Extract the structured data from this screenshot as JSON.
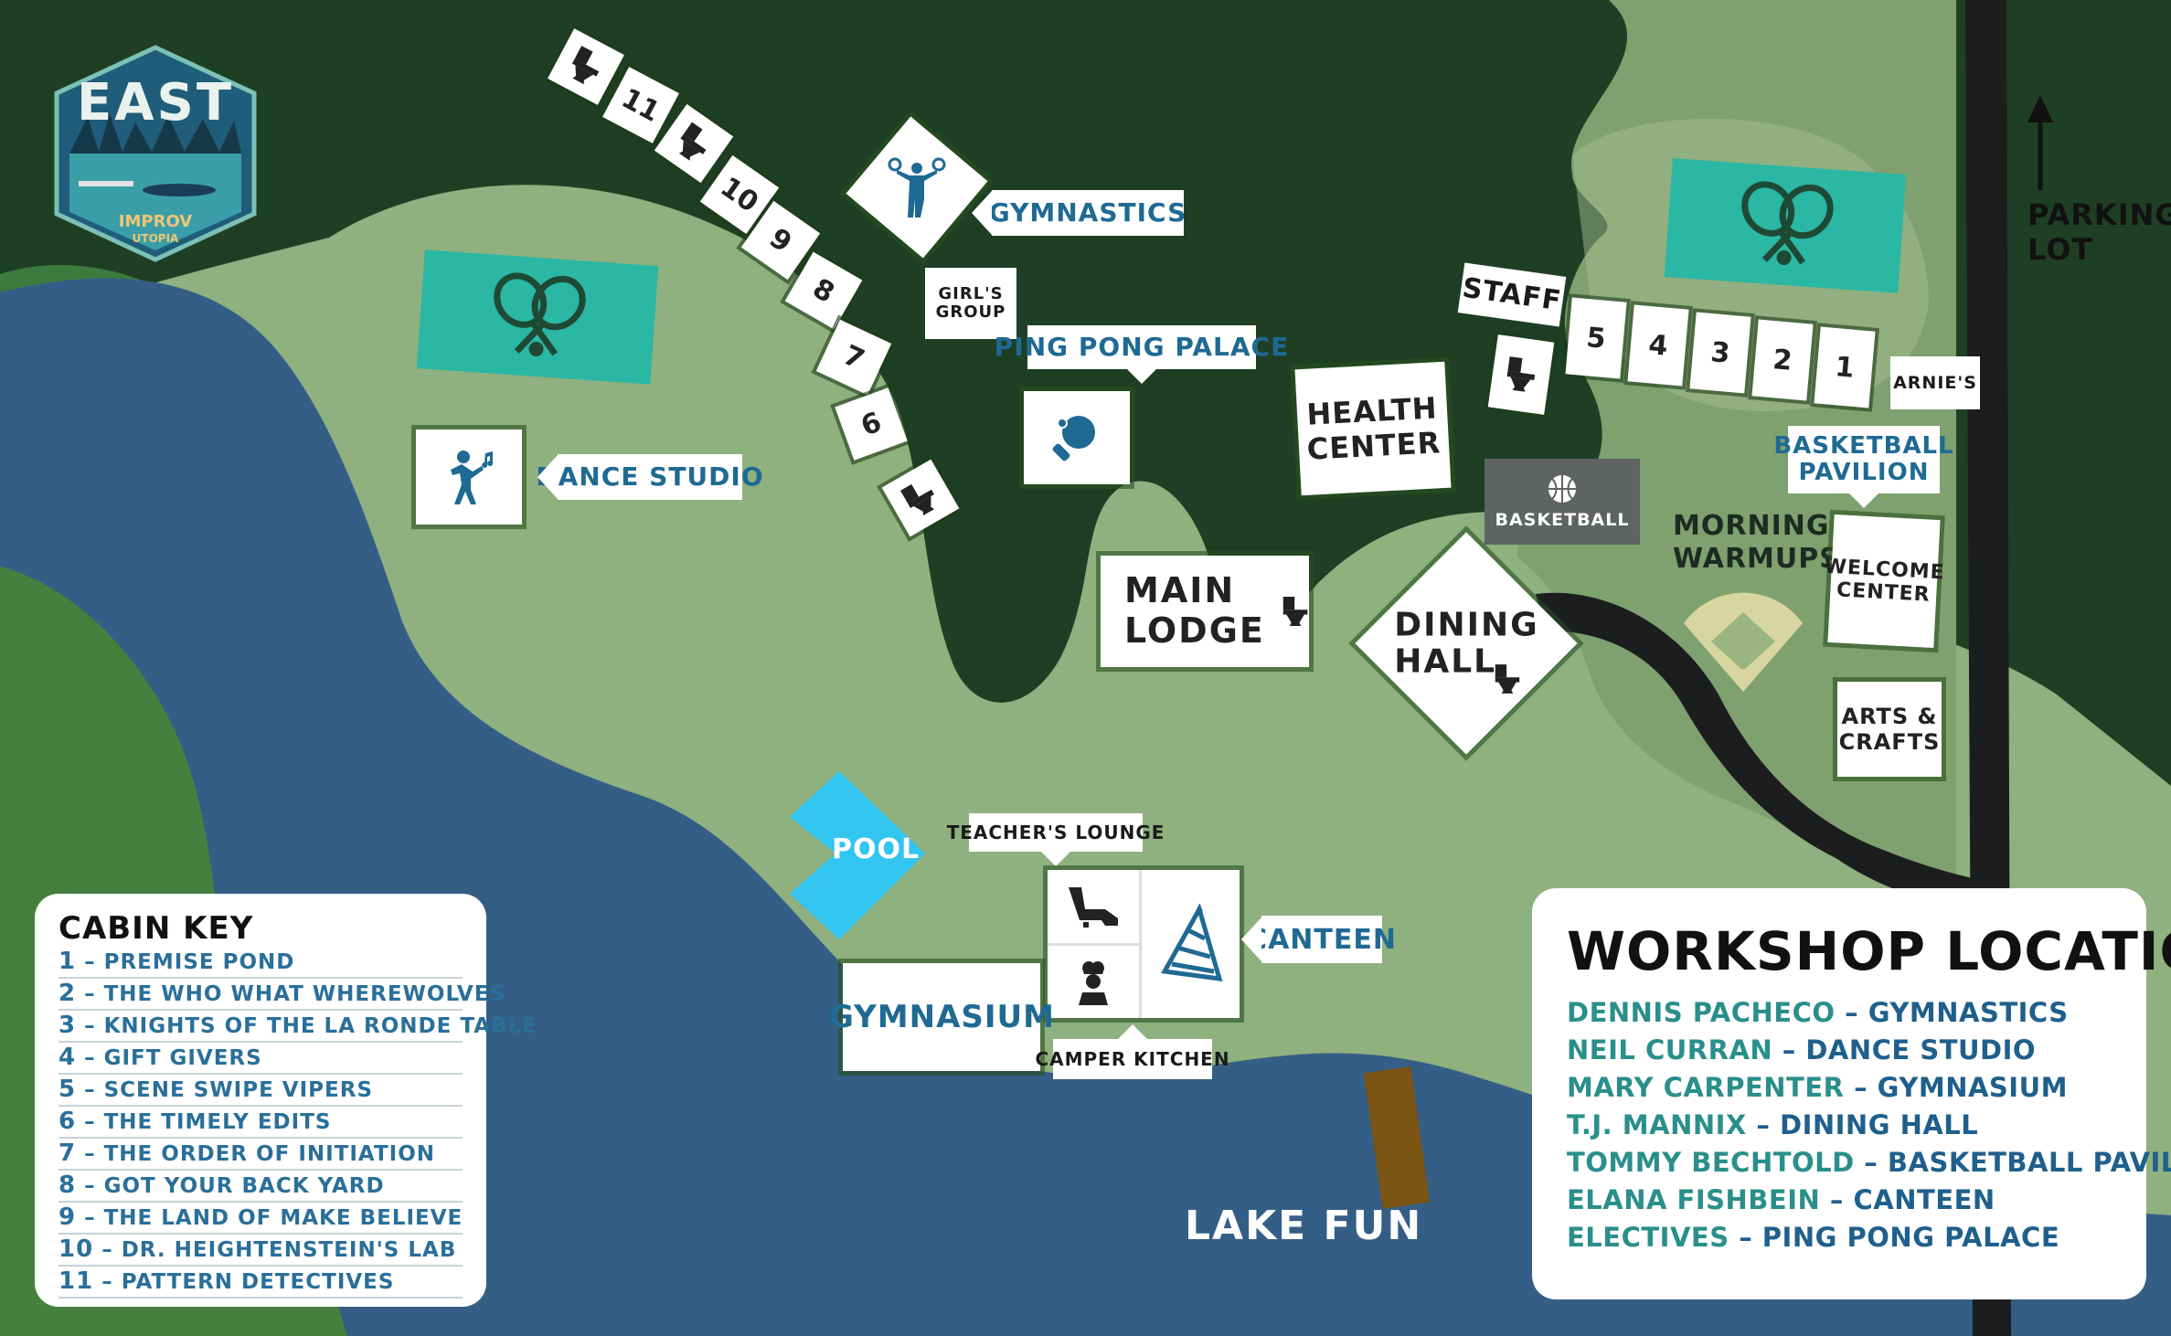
{
  "badge": {
    "title": "EAST",
    "subtitle": "IMPROV",
    "subtitle2": "UTOPIA"
  },
  "cabins": [
    "11",
    "10",
    "9",
    "8",
    "7",
    "6",
    "5",
    "4",
    "3",
    "2",
    "1"
  ],
  "labels": {
    "gymnastics": "GYMNASTICS",
    "girls_group_line1": "GIRL'S",
    "girls_group_line2": "GROUP",
    "ping_pong_palace": "PING PONG PALACE",
    "dance_studio": "DANCE STUDIO",
    "staff": "STAFF",
    "health_center_line1": "HEALTH",
    "health_center_line2": "CENTER",
    "arnies": "ARNIE'S",
    "basketball_pavilion_line1": "BASKETBALL",
    "basketball_pavilion_line2": "PAVILION",
    "basketball": "BASKETBALL",
    "main_lodge_line1": "MAIN",
    "main_lodge_line2": "LODGE",
    "dining_hall_line1": "DINING",
    "dining_hall_line2": "HALL",
    "morning_warmups_line1": "MORNING",
    "morning_warmups_line2": "WARMUPS",
    "welcome_center_line1": "WELCOME",
    "welcome_center_line2": "CENTER",
    "arts_crafts_line1": "ARTS &",
    "arts_crafts_line2": "CRAFTS",
    "parking_lot_line1": "PARKING",
    "parking_lot_line2": "LOT",
    "pool": "POOL",
    "teachers_lounge": "TEACHER'S LOUNGE",
    "canteen": "CANTEEN",
    "gymnasium": "GYMNASIUM",
    "camper_kitchen": "CAMPER KITCHEN",
    "lake_fun": "LAKE FUN"
  },
  "cabin_key": {
    "title": "CABIN KEY",
    "rows": [
      {
        "num": "1",
        "name": "PREMISE POND"
      },
      {
        "num": "2",
        "name": "THE WHO WHAT WHEREWOLVES"
      },
      {
        "num": "3",
        "name": "KNIGHTS OF THE LA RONDE TABLE"
      },
      {
        "num": "4",
        "name": "GIFT GIVERS"
      },
      {
        "num": "5",
        "name": "SCENE SWIPE VIPERS"
      },
      {
        "num": "6",
        "name": "THE TIMELY EDITS"
      },
      {
        "num": "7",
        "name": "THE ORDER OF INITIATION"
      },
      {
        "num": "8",
        "name": "GOT YOUR BACK YARD"
      },
      {
        "num": "9",
        "name": "THE LAND OF MAKE BELIEVE"
      },
      {
        "num": "10",
        "name": "DR. HEIGHTENSTEIN'S LAB"
      },
      {
        "num": "11",
        "name": "PATTERN DETECTIVES"
      }
    ]
  },
  "workshops": {
    "title": "WORKSHOP LOCATIONS",
    "rows": [
      {
        "name": "DENNIS PACHECO",
        "location": "GYMNASTICS"
      },
      {
        "name": "NEIL CURRAN",
        "location": "DANCE STUDIO"
      },
      {
        "name": "MARY CARPENTER",
        "location": "GYMNASIUM"
      },
      {
        "name": "T.J. MANNIX",
        "location": "DINING HALL"
      },
      {
        "name": "TOMMY BECHTOLD",
        "location": "BASKETBALL PAVILION"
      },
      {
        "name": "ELANA FISHBEIN",
        "location": "CANTEEN"
      },
      {
        "name": "ELECTIVES",
        "location": "PING PONG PALACE"
      }
    ]
  },
  "colors": {
    "forest": "#1f3f24",
    "meadow": "#6d9a6a",
    "lawn": "#8fb07f",
    "lake": "#345e86",
    "grass_green": "#3d7a3e",
    "court": "#2ab7a3",
    "pool": "#31c5f0",
    "label_blue": "#1f6a93",
    "teal_text": "#2a8f8a",
    "road": "#1c1d1f",
    "dock": "#7a5413"
  },
  "icons": [
    "toilet-icon",
    "gymnast-rings-icon",
    "tennis-rackets-icon",
    "dancer-icon",
    "ping-pong-icon",
    "basketball-icon",
    "baseball-diamond-icon",
    "recliner-icon",
    "chef-icon",
    "party-hat-icon",
    "parking-arrow-icon"
  ]
}
